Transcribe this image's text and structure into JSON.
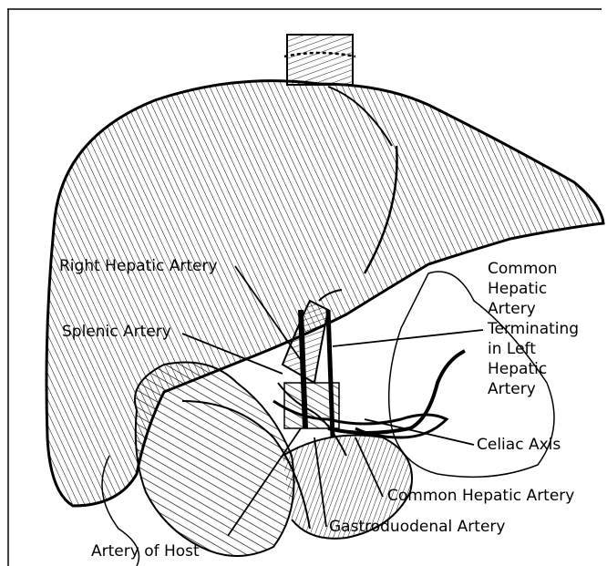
{
  "labels": {
    "right_hepatic_artery": "Right Hepatic Artery",
    "splenic_artery": "Splenic Artery",
    "common_hepatic_terminating": [
      "Common",
      "Hepatic",
      "Artery",
      "Terminating",
      "in Left",
      "Hepatic",
      "Artery"
    ],
    "celiac_axis": "Celiac Axis",
    "common_hepatic_artery": "Common Hepatic Artery",
    "gastroduodenal_artery": "Gastroduodenal Artery",
    "artery_of_host": "Artery of Host"
  },
  "colors": {
    "ink": "#000000",
    "paper": "#ffffff"
  }
}
